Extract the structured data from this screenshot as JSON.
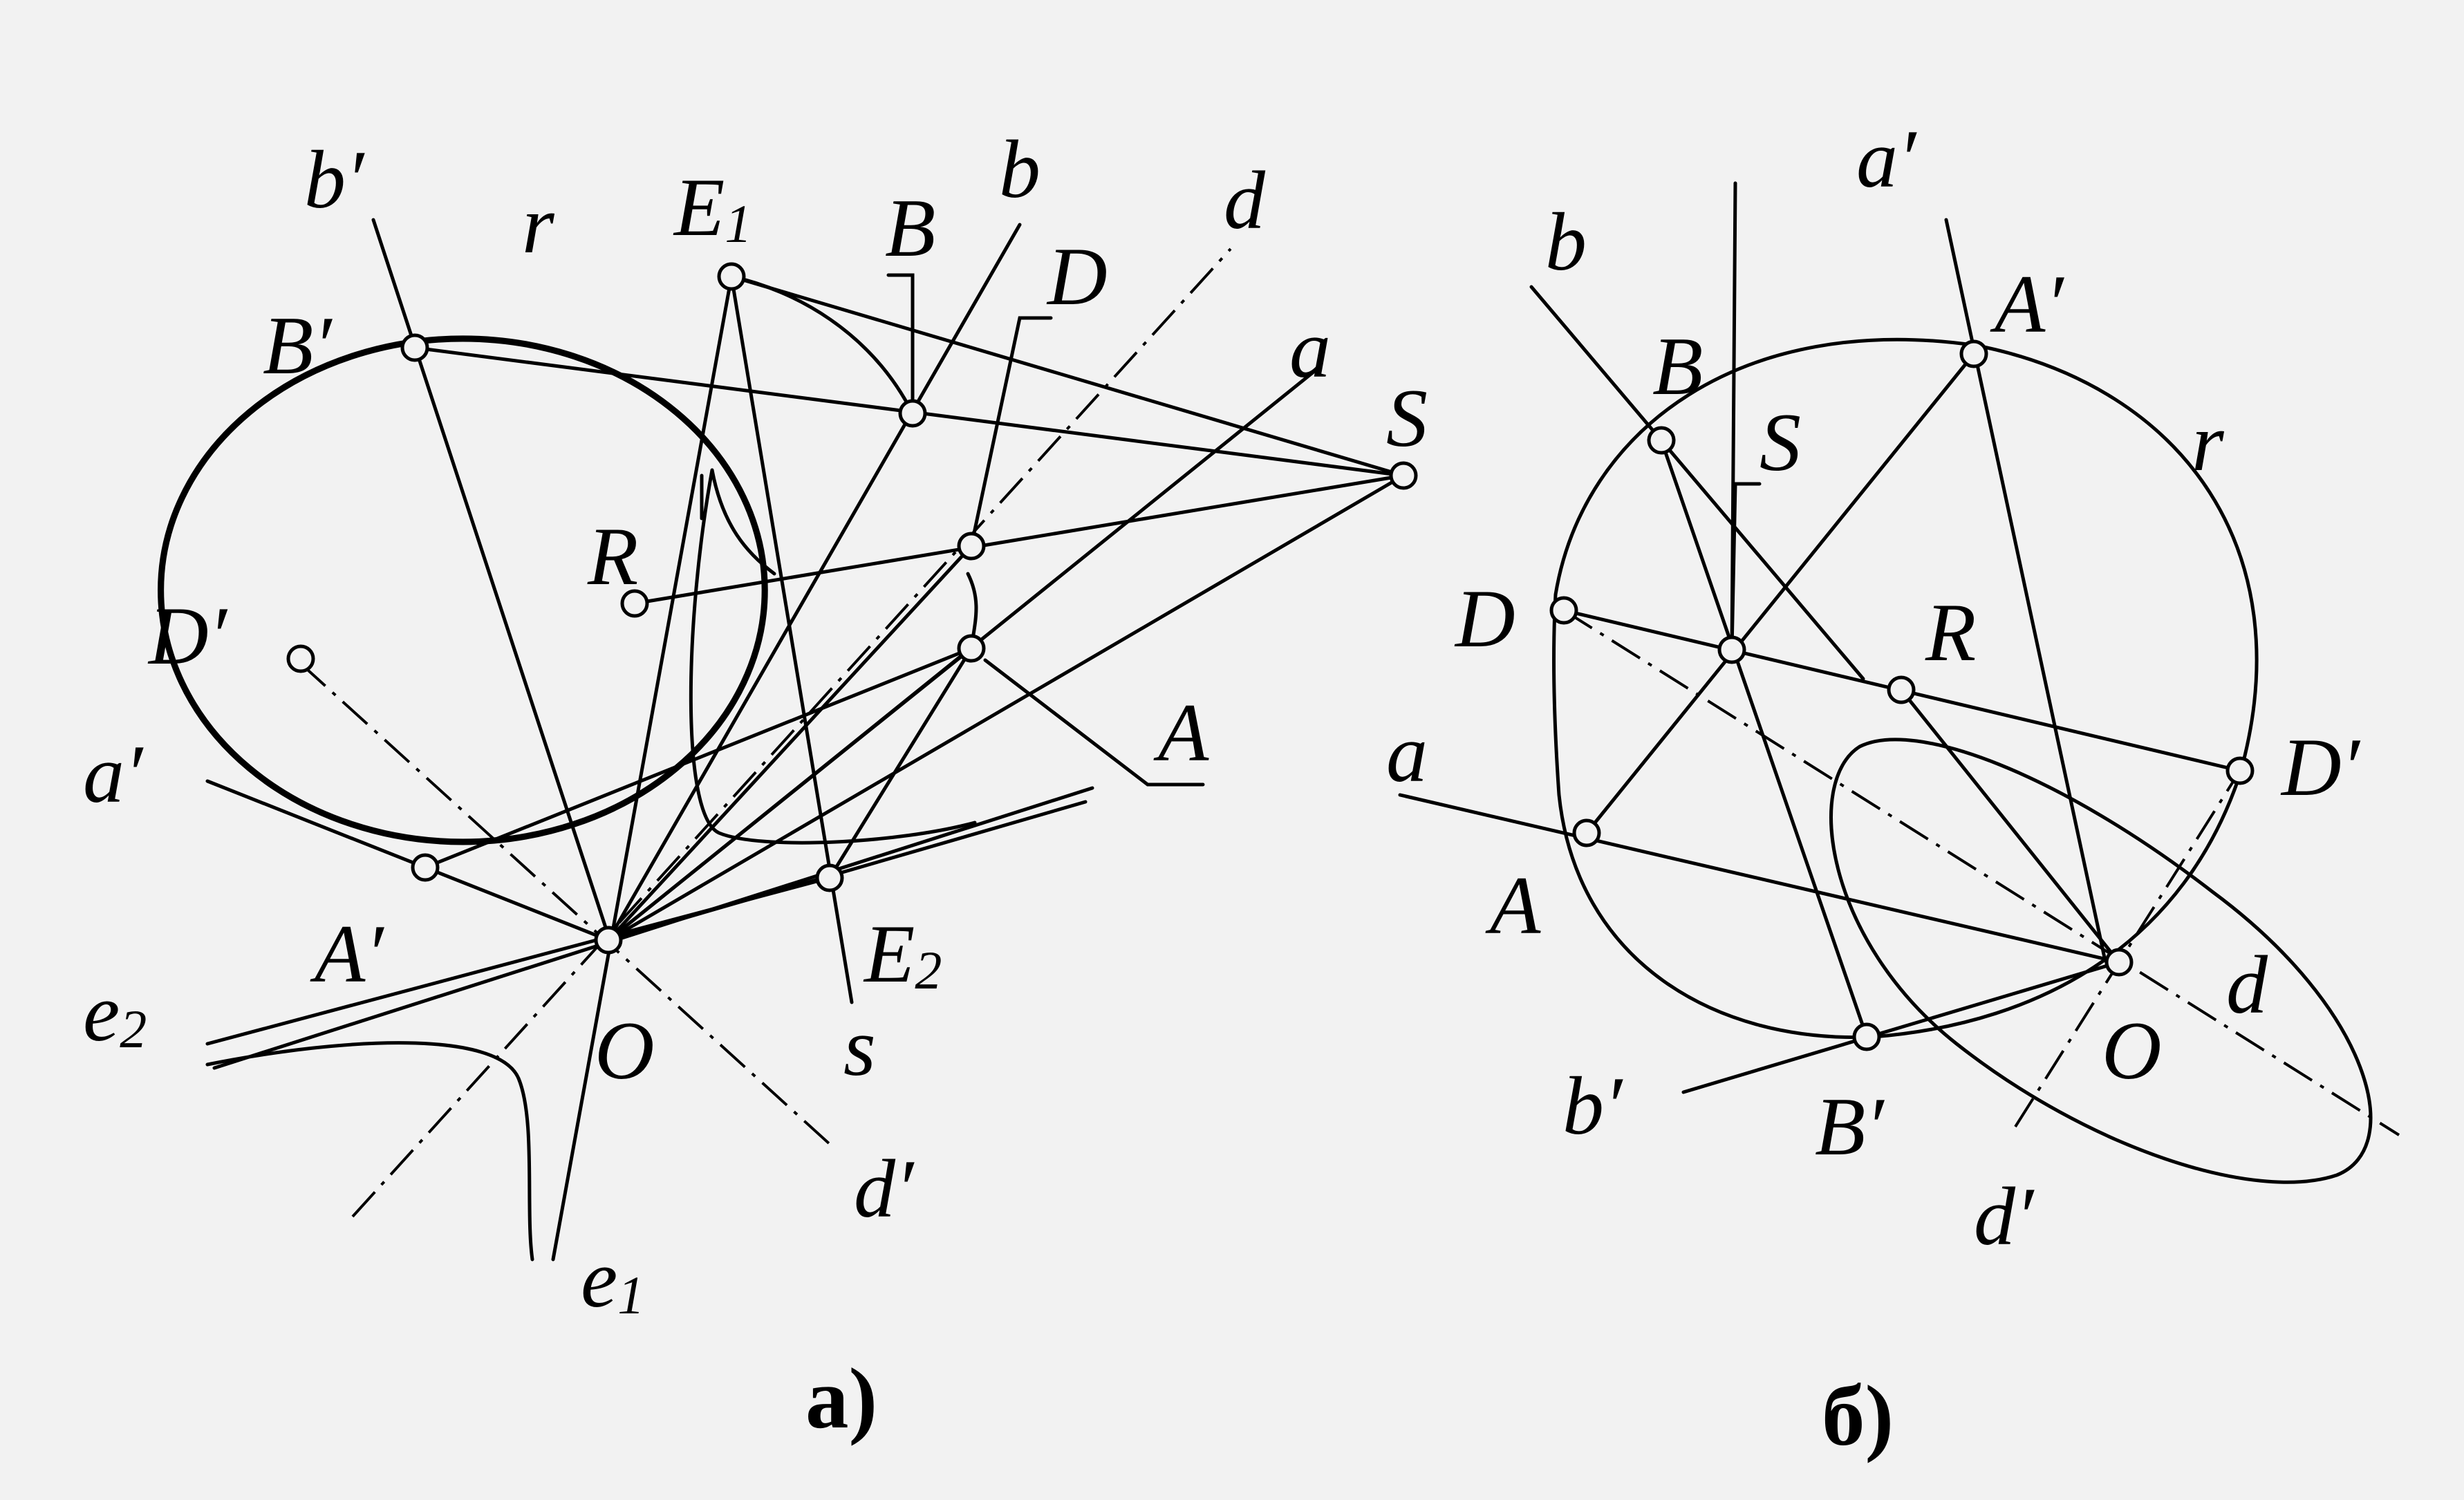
{
  "figure_a": {
    "caption": "а)",
    "labels": {
      "b_prime": "b′",
      "r": "r",
      "E1": "E",
      "E1_sub": "1",
      "B": "B",
      "b": "b",
      "D": "D",
      "d": "d",
      "a": "a",
      "S": "S",
      "B_prime": "B′",
      "R": "R",
      "D_prime": "D′",
      "A": "A",
      "a_prime": "a′",
      "A_prime": "A′",
      "E2": "E",
      "E2_sub": "2",
      "e2": "e",
      "e2_sub": "2",
      "O": "O",
      "s": "s",
      "d_prime": "d′",
      "e1": "e",
      "e1_sub": "1"
    }
  },
  "figure_b": {
    "caption": "б)",
    "labels": {
      "a_prime": "a′",
      "b": "b",
      "A_prime": "A′",
      "B": "B",
      "S": "S",
      "r": "r",
      "D": "D",
      "R": "R",
      "a": "a",
      "D_prime": "D′",
      "A": "A",
      "d": "d",
      "O": "O",
      "b_prime": "b′",
      "B_prime": "B′",
      "d_prime": "d′"
    }
  }
}
